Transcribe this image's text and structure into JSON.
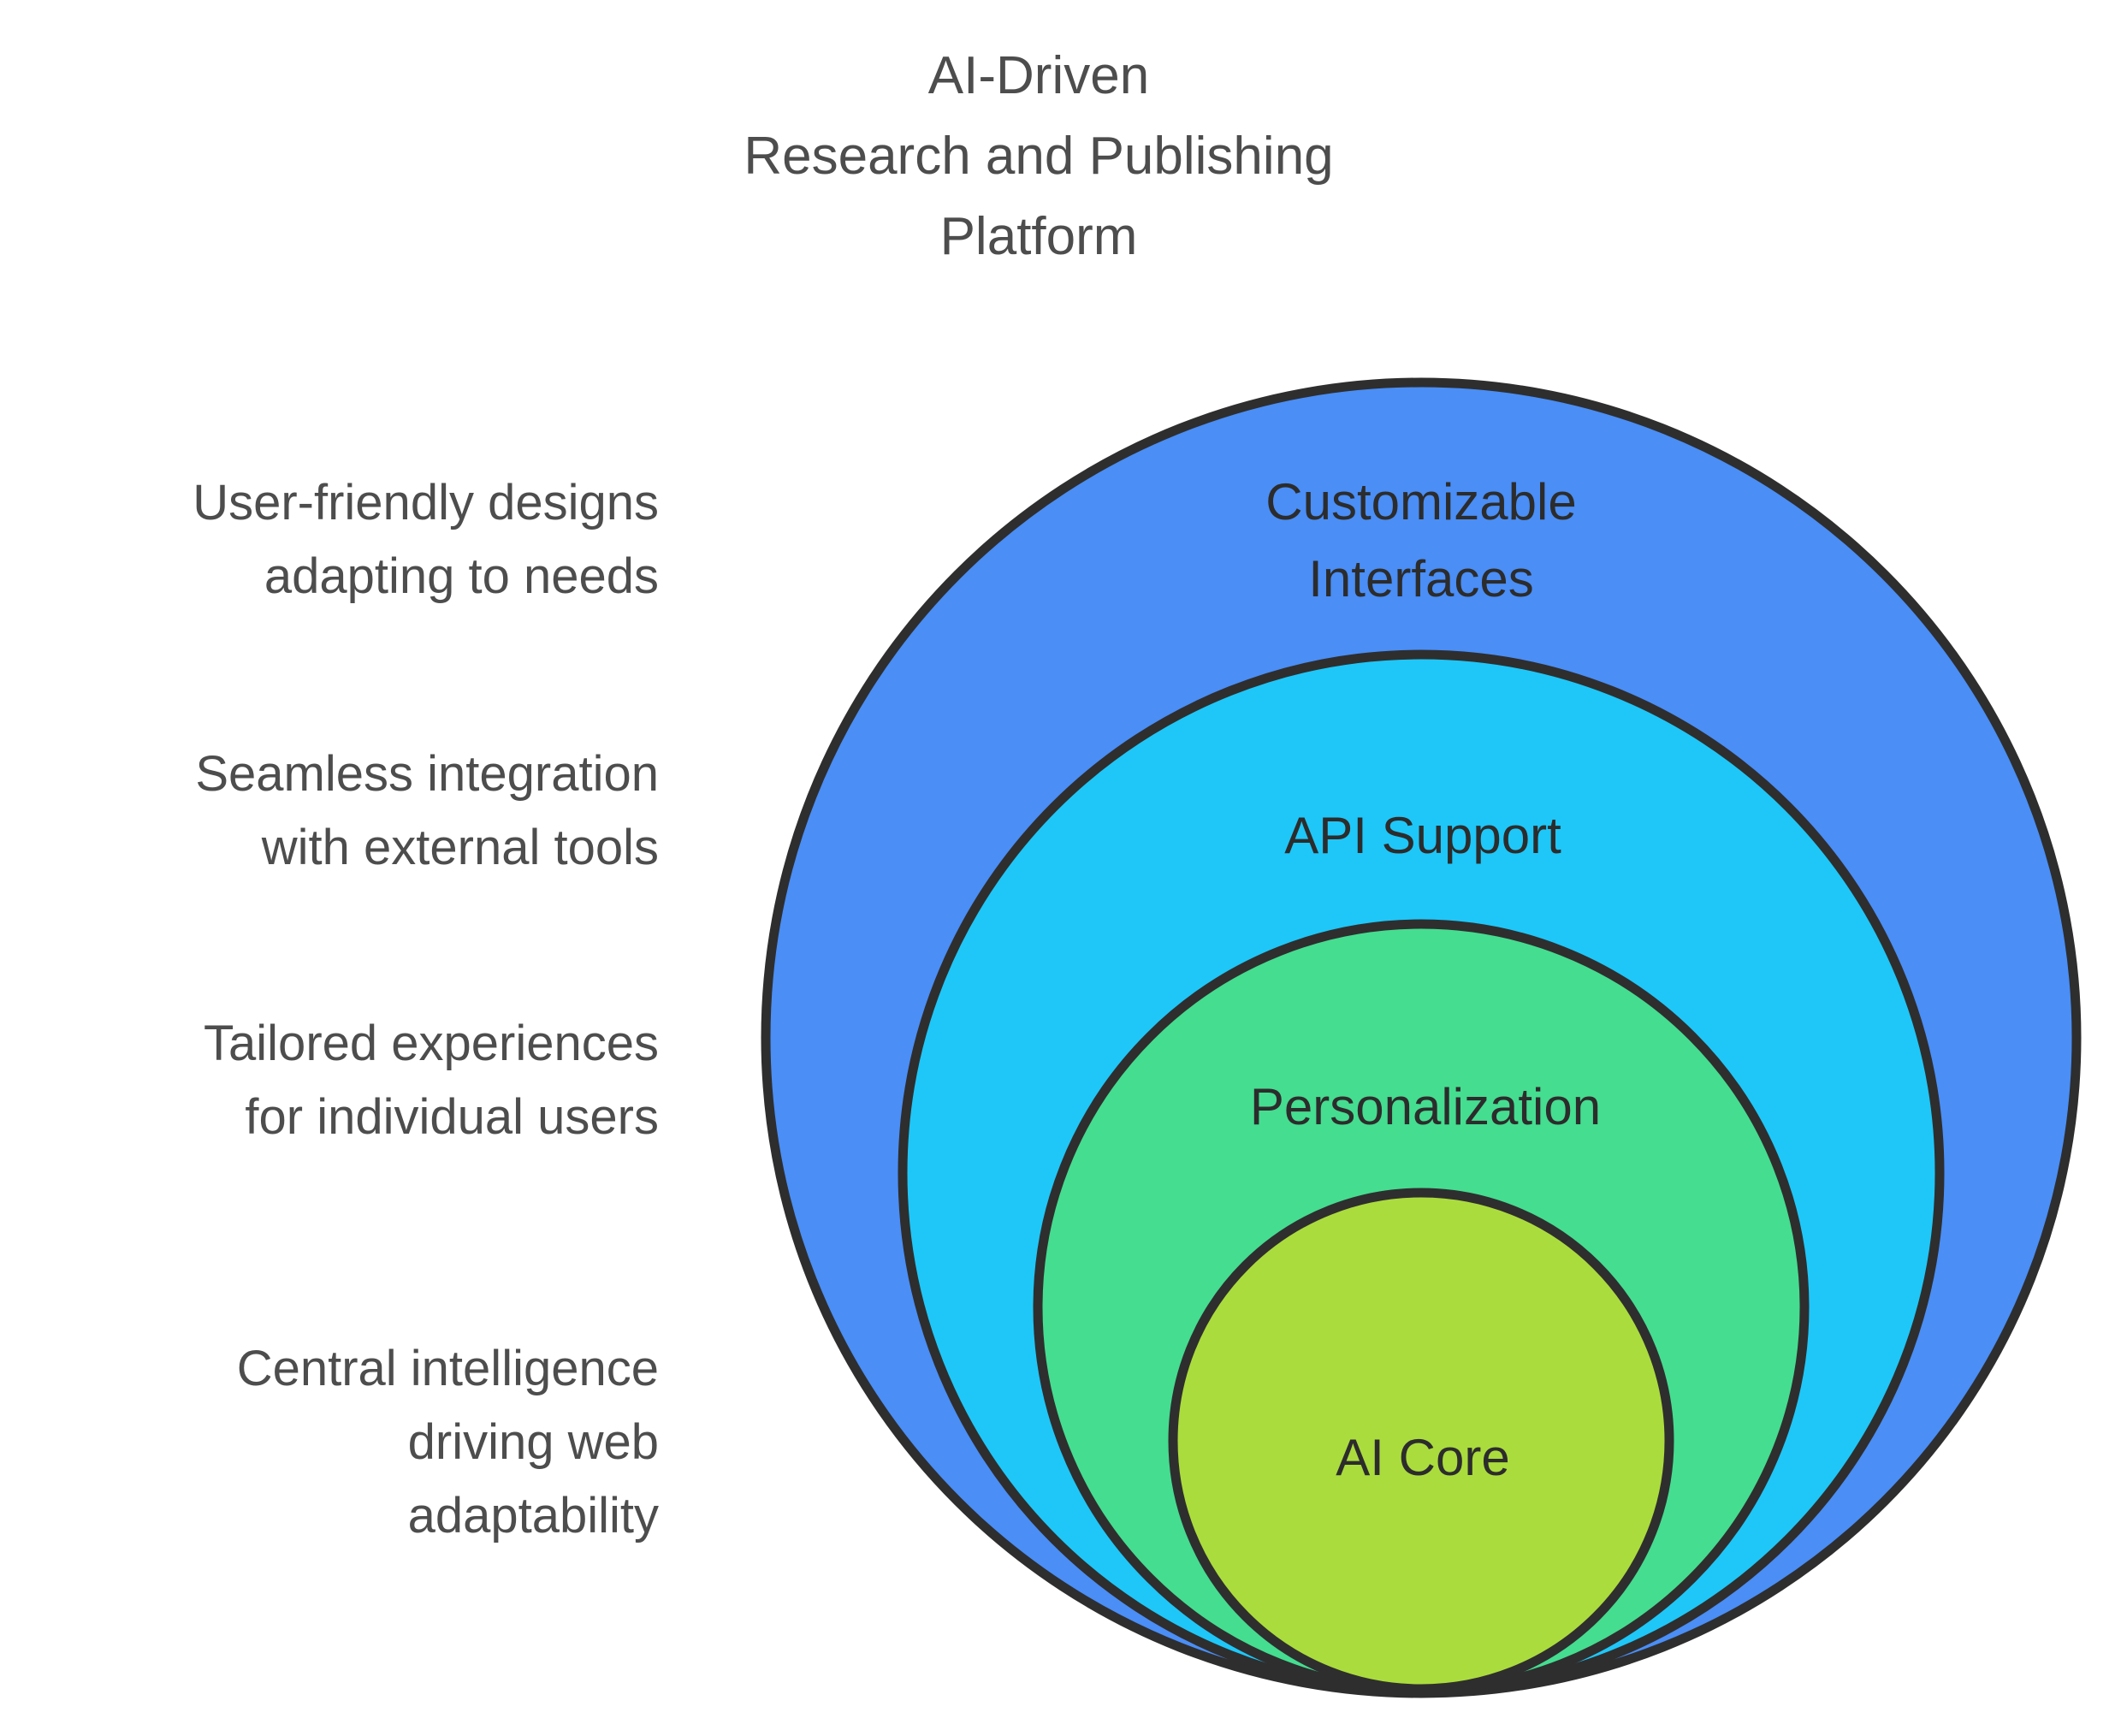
{
  "title": "AI-Driven\nResearch and Publishing\nPlatform",
  "style": {
    "stroke_color": "#2e2e2e",
    "title_color": "#4d4d4d",
    "annotation_color": "#4d4d4d",
    "ring_text_color": "#2c2c2c",
    "background": "#ffffff"
  },
  "rings": [
    {
      "label": "Customizable Interfaces",
      "color": "#4a8ef6",
      "description": "User-friendly designs\nadapting to needs"
    },
    {
      "label": "API Support",
      "color": "#1ec7f8",
      "description": "Seamless integration\nwith external tools"
    },
    {
      "label": "Personalization",
      "color": "#45dd90",
      "description": "Tailored experiences\nfor individual users"
    },
    {
      "label": "AI Core",
      "color": "#abdc3d",
      "description": "Central intelligence\ndriving web\nadaptability"
    }
  ]
}
